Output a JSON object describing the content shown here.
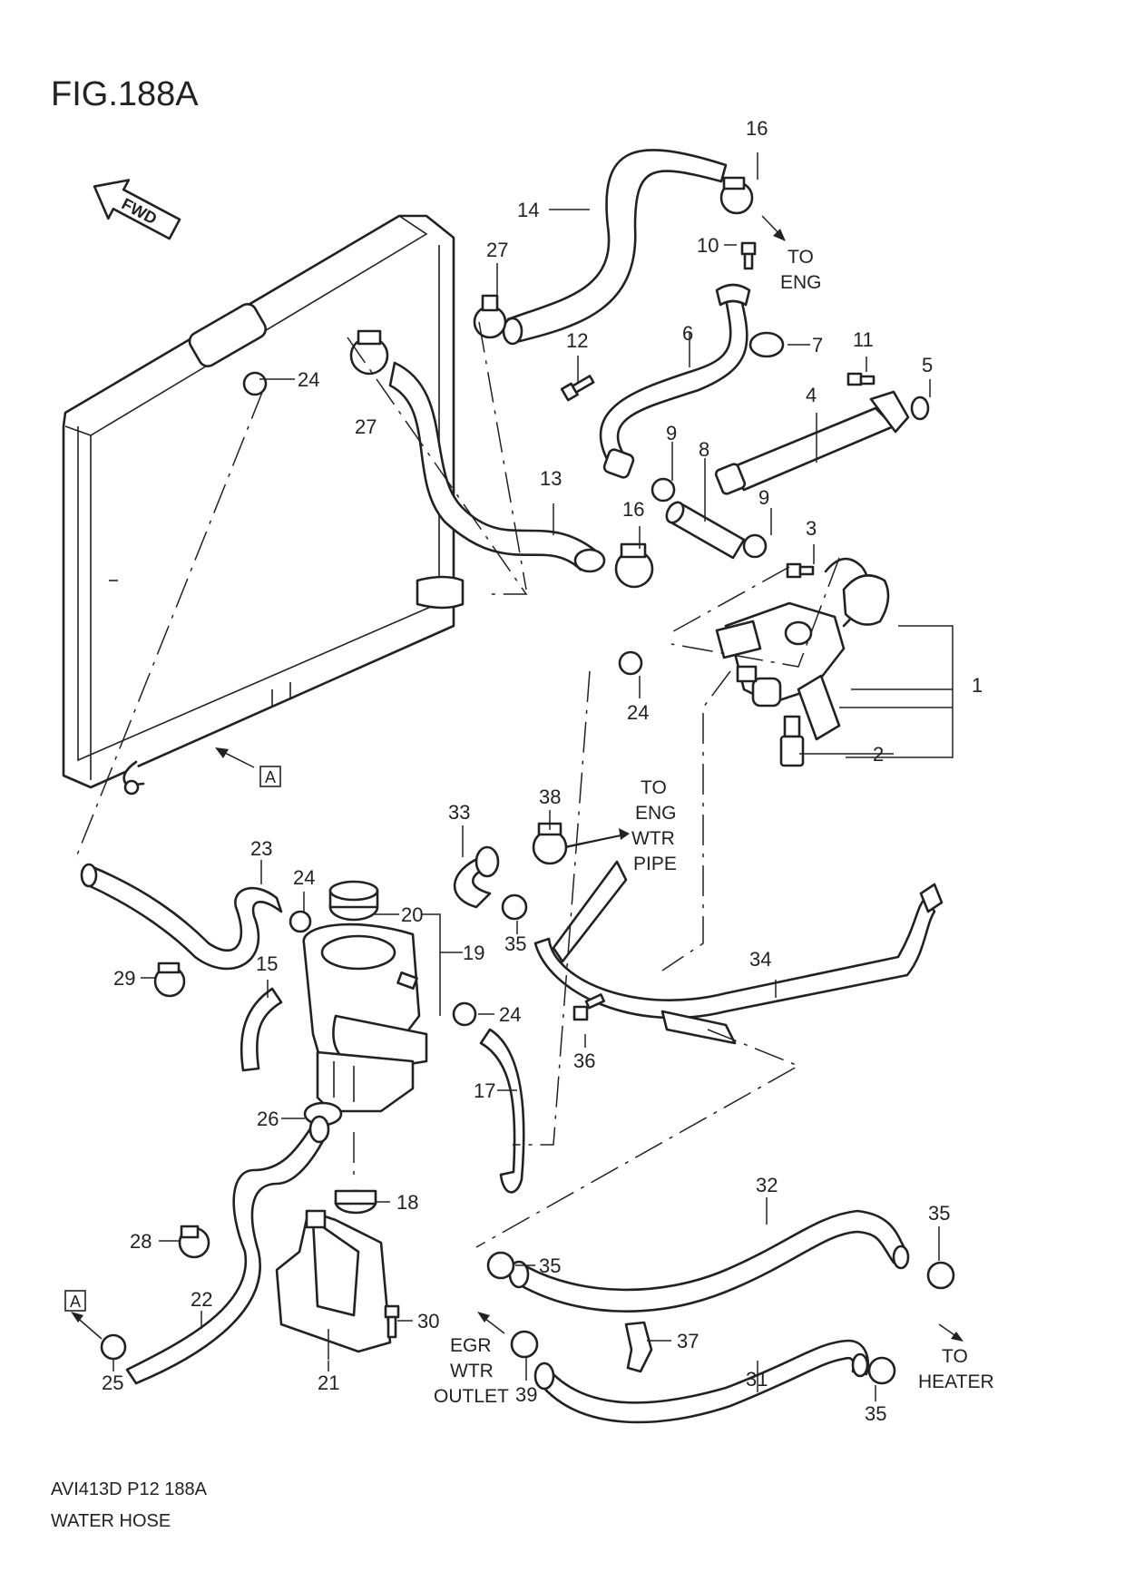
{
  "figure": {
    "title": "FIG.188A"
  },
  "fwd_label": "FWD",
  "callouts": {
    "c1": "1",
    "c2": "2",
    "c3": "3",
    "c4": "4",
    "c5": "5",
    "c6": "6",
    "c7": "7",
    "c8": "8",
    "c9a": "9",
    "c9b": "9",
    "c10": "10",
    "c11": "11",
    "c12": "12",
    "c13": "13",
    "c14": "14",
    "c15": "15",
    "c16a": "16",
    "c16b": "16",
    "c17": "17",
    "c18": "18",
    "c19": "19",
    "c20": "20",
    "c21": "21",
    "c22": "22",
    "c23": "23",
    "c24a": "24",
    "c24b": "24",
    "c24c": "24",
    "c24d": "24",
    "c25": "25",
    "c26": "26",
    "c27a": "27",
    "c27b": "27",
    "c28": "28",
    "c29": "29",
    "c30": "30",
    "c31": "31",
    "c32": "32",
    "c33": "33",
    "c34": "34",
    "c35a": "35",
    "c35b": "35",
    "c35c": "35",
    "c35d": "35",
    "c36": "36",
    "c37": "37",
    "c38": "38",
    "c39": "39"
  },
  "ref_boxes": {
    "a1": "A",
    "a2": "A"
  },
  "notes": {
    "to_eng": [
      "TO",
      "ENG"
    ],
    "to_eng_wtr_pipe": [
      "TO",
      "ENG",
      "WTR",
      "PIPE"
    ],
    "egr_wtr_outlet": [
      "EGR",
      "WTR",
      "OUTLET"
    ],
    "to_heater": [
      "TO",
      "HEATER"
    ]
  },
  "footer": {
    "code": "AVI413D P12 188A",
    "name": "WATER HOSE"
  }
}
